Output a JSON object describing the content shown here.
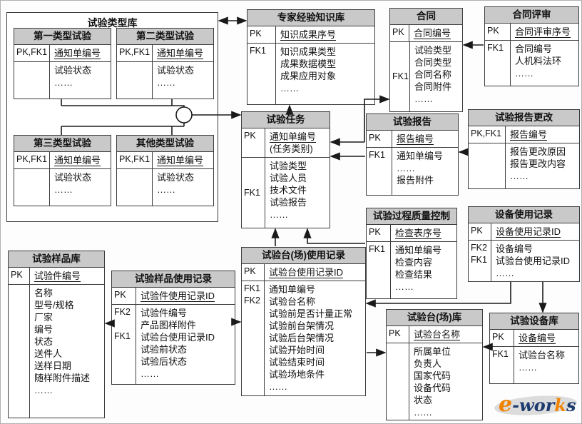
{
  "diagram": {
    "container": {
      "id": "test-type-library",
      "title": "试验类型库",
      "has_junction_circle": true
    },
    "entities": [
      {
        "id": "type-test-1",
        "title": "第一类型试验",
        "rows": [
          {
            "key": "PK,FK1",
            "attrs": [
              {
                "t": "通知单编号",
                "u": true
              }
            ]
          },
          {
            "key": "",
            "attrs": [
              {
                "t": "试验状态"
              },
              {
                "t": "……"
              }
            ]
          }
        ]
      },
      {
        "id": "type-test-2",
        "title": "第二类型试验",
        "rows": [
          {
            "key": "PK,FK1",
            "attrs": [
              {
                "t": "通知单编号",
                "u": true
              }
            ]
          },
          {
            "key": "",
            "attrs": [
              {
                "t": "试验状态"
              },
              {
                "t": "……"
              }
            ]
          }
        ]
      },
      {
        "id": "type-test-3",
        "title": "第三类型试验",
        "rows": [
          {
            "key": "PK,FK1",
            "attrs": [
              {
                "t": "通知单编号",
                "u": true
              }
            ]
          },
          {
            "key": "",
            "attrs": [
              {
                "t": "试验状态"
              },
              {
                "t": "……"
              }
            ]
          }
        ]
      },
      {
        "id": "type-test-4",
        "title": "其他类型试验",
        "rows": [
          {
            "key": "PK,FK1",
            "attrs": [
              {
                "t": "通知单编号",
                "u": true
              }
            ]
          },
          {
            "key": "",
            "attrs": [
              {
                "t": "试验状态"
              },
              {
                "t": "……"
              }
            ]
          }
        ]
      },
      {
        "id": "expert-knowledge",
        "title": "专家经验知识库",
        "rows": [
          {
            "key": "PK",
            "attrs": [
              {
                "t": "知识成果序号",
                "u": true
              }
            ]
          },
          {
            "key": "FK1",
            "attrs": [
              {
                "t": "知识成果类型"
              },
              {
                "t": "成果数据模型"
              },
              {
                "t": "成果应用对象"
              },
              {
                "t": "……"
              }
            ]
          }
        ]
      },
      {
        "id": "contract",
        "title": "合同",
        "rows": [
          {
            "key": "PK",
            "attrs": [
              {
                "t": "合同编号",
                "u": true
              }
            ]
          },
          {
            "key": "FK1",
            "attrs": [
              {
                "t": "试验类型"
              },
              {
                "t": "合同类型"
              },
              {
                "t": "合同名称"
              },
              {
                "t": "合同附件"
              },
              {
                "t": "……"
              }
            ]
          }
        ]
      },
      {
        "id": "contract-review",
        "title": "合同评审",
        "rows": [
          {
            "key": "PK",
            "attrs": [
              {
                "t": "合同评审序号",
                "u": true
              }
            ]
          },
          {
            "key": "FK1",
            "attrs": [
              {
                "t": "合同编号"
              },
              {
                "t": "人机料法环"
              },
              {
                "t": "……"
              }
            ]
          }
        ]
      },
      {
        "id": "test-task",
        "title": "试验任务",
        "rows": [
          {
            "key": "PK",
            "attrs": [
              {
                "t": "通知单编号",
                "u": true
              },
              {
                "t": "(任务类别)"
              }
            ]
          },
          {
            "key": "FK1",
            "attrs": [
              {
                "t": "试验类型"
              },
              {
                "t": "试验人员"
              },
              {
                "t": "技术文件"
              },
              {
                "t": "试验报告"
              },
              {
                "t": "……"
              }
            ]
          }
        ]
      },
      {
        "id": "test-report",
        "title": "试验报告",
        "rows": [
          {
            "key": "PK",
            "attrs": [
              {
                "t": "报告编号",
                "u": true
              }
            ]
          },
          {
            "key": "FK1",
            "attrs": [
              {
                "t": "通知单编号"
              },
              {
                "t": "……"
              },
              {
                "t": "报告附件"
              }
            ]
          }
        ]
      },
      {
        "id": "test-report-change",
        "title": "试验报告更改",
        "rows": [
          {
            "key": "PK,FK1",
            "attrs": [
              {
                "t": "报告编号",
                "u": true
              }
            ]
          },
          {
            "key": "",
            "attrs": [
              {
                "t": "报告更改原因"
              },
              {
                "t": "报告更改内容"
              },
              {
                "t": "……"
              }
            ]
          }
        ]
      },
      {
        "id": "process-quality-control",
        "title": "试验过程质量控制",
        "rows": [
          {
            "key": "PK",
            "attrs": [
              {
                "t": "检查表序号",
                "u": true
              }
            ]
          },
          {
            "key": "FK1",
            "attrs": [
              {
                "t": "通知单编号"
              },
              {
                "t": "检查内容"
              },
              {
                "t": "检查结果"
              },
              {
                "t": "……"
              }
            ]
          }
        ]
      },
      {
        "id": "equipment-usage-record",
        "title": "设备使用记录",
        "rows": [
          {
            "key": "PK",
            "attrs": [
              {
                "t": "设备使用记录ID",
                "u": true
              }
            ]
          },
          {
            "keys": [
              "FK2",
              "FK1"
            ],
            "attrs": [
              {
                "t": "设备编号"
              },
              {
                "t": "试验台使用记录ID"
              },
              {
                "t": "……"
              }
            ]
          }
        ]
      },
      {
        "id": "sample-library",
        "title": "试验样品库",
        "rows": [
          {
            "key": "PK",
            "attrs": [
              {
                "t": "试验件编号",
                "u": true
              }
            ]
          },
          {
            "key": "",
            "attrs": [
              {
                "t": "名称"
              },
              {
                "t": "型号/规格"
              },
              {
                "t": "厂家"
              },
              {
                "t": "编号"
              },
              {
                "t": "状态"
              },
              {
                "t": "送件人"
              },
              {
                "t": "送样日期"
              },
              {
                "t": "随样附件描述"
              },
              {
                "t": "……"
              }
            ]
          }
        ]
      },
      {
        "id": "sample-usage-record",
        "title": "试验样品使用记录",
        "rows": [
          {
            "key": "PK",
            "attrs": [
              {
                "t": "试验件使用记录ID",
                "u": true
              }
            ]
          },
          {
            "keys": [
              "FK2",
              "",
              "FK1"
            ],
            "attrs": [
              {
                "t": "试验件编号"
              },
              {
                "t": "产品图样附件"
              },
              {
                "t": "试验台使用记录ID"
              },
              {
                "t": "试验前状态"
              },
              {
                "t": "试验后状态"
              },
              {
                "t": "……"
              }
            ]
          }
        ]
      },
      {
        "id": "bench-usage-record",
        "title": "试验台(场)使用记录",
        "rows": [
          {
            "key": "PK",
            "attrs": [
              {
                "t": "试验台使用记录ID",
                "u": true
              }
            ]
          },
          {
            "keys": [
              "FK1",
              "FK2"
            ],
            "attrs": [
              {
                "t": "通知单编号"
              },
              {
                "t": "试验台名称"
              },
              {
                "t": "试验前是否计量正常"
              },
              {
                "t": "试验前台架情况"
              },
              {
                "t": "试验后台架情况"
              },
              {
                "t": "试验开始时间"
              },
              {
                "t": "试验结束时间"
              },
              {
                "t": "试验场地条件"
              },
              {
                "t": "……"
              }
            ]
          }
        ]
      },
      {
        "id": "bench-library",
        "title": "试验台(场)库",
        "rows": [
          {
            "key": "PK",
            "attrs": [
              {
                "t": "试验台名称",
                "u": true
              }
            ]
          },
          {
            "key": "",
            "attrs": [
              {
                "t": "所属单位"
              },
              {
                "t": "负责人"
              },
              {
                "t": "国家代码"
              },
              {
                "t": "设备代码"
              },
              {
                "t": "状态"
              },
              {
                "t": "……"
              }
            ]
          }
        ]
      },
      {
        "id": "equipment-library",
        "title": "试验设备库",
        "rows": [
          {
            "key": "PK",
            "attrs": [
              {
                "t": "设备编号",
                "u": true
              }
            ]
          },
          {
            "key": "FK1",
            "attrs": [
              {
                "t": "试验台名称"
              },
              {
                "t": "……"
              }
            ]
          }
        ]
      }
    ],
    "relationships": [
      {
        "from": "test-type-library",
        "to": "expert-knowledge",
        "type": "double-arrow"
      },
      {
        "from": "test-type-library-junction",
        "to": "test-task",
        "type": "arrow"
      },
      {
        "from": "test-task",
        "to": "expert-knowledge",
        "type": "arrow"
      },
      {
        "from": "test-task",
        "to": "contract",
        "type": "double-arrow"
      },
      {
        "from": "test-report",
        "to": "test-task",
        "type": "arrow"
      },
      {
        "from": "contract-review",
        "to": "contract",
        "type": "arrow"
      },
      {
        "from": "test-report-change",
        "to": "test-report",
        "type": "arrow"
      },
      {
        "from": "process-quality-control",
        "to": "test-task",
        "type": "arrow"
      },
      {
        "from": "bench-usage-record",
        "to": "test-task",
        "type": "arrow"
      },
      {
        "from": "sample-usage-record",
        "to": "sample-library",
        "type": "arrow"
      },
      {
        "from": "sample-usage-record",
        "to": "bench-usage-record",
        "type": "arrow"
      },
      {
        "from": "equipment-usage-record",
        "to": "bench-usage-record",
        "type": "arrow"
      },
      {
        "from": "equipment-usage-record",
        "to": "equipment-library",
        "type": "arrow"
      },
      {
        "from": "bench-usage-record",
        "to": "bench-library",
        "type": "arrow"
      },
      {
        "from": "equipment-library",
        "to": "bench-library",
        "type": "arrow"
      }
    ],
    "logo": {
      "text": "e-works",
      "e": "e",
      "w1": "-wor",
      "k": "k",
      "s": "s",
      "orange": "#f08300",
      "navy": "#1d3a6e"
    },
    "colors": {
      "header_fill": "#c9c9c9",
      "border": "#3c3c3c",
      "background": "#ffffff"
    }
  }
}
